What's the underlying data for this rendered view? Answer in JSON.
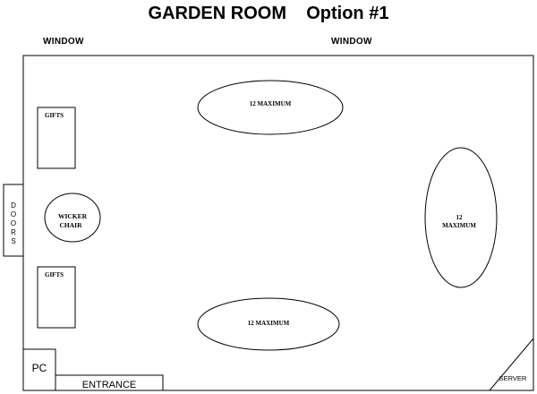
{
  "title": "GARDEN ROOM    Option #1",
  "windows": {
    "left": "WINDOW",
    "right": "WINDOW"
  },
  "fixtures": {
    "doors": "DOORS",
    "pc": "PC",
    "entrance": "ENTRANCE",
    "server": "SERVER",
    "gifts_top": "GIFTS",
    "gifts_bottom": "GIFTS",
    "wicker_chair_line1": "WICKER",
    "wicker_chair_line2": "CHAIR"
  },
  "tables": {
    "top": "12 MAXIMUM",
    "bottom": "12 MAXIMUM",
    "right_line1": "12",
    "right_line2": "MAXIMUM"
  }
}
